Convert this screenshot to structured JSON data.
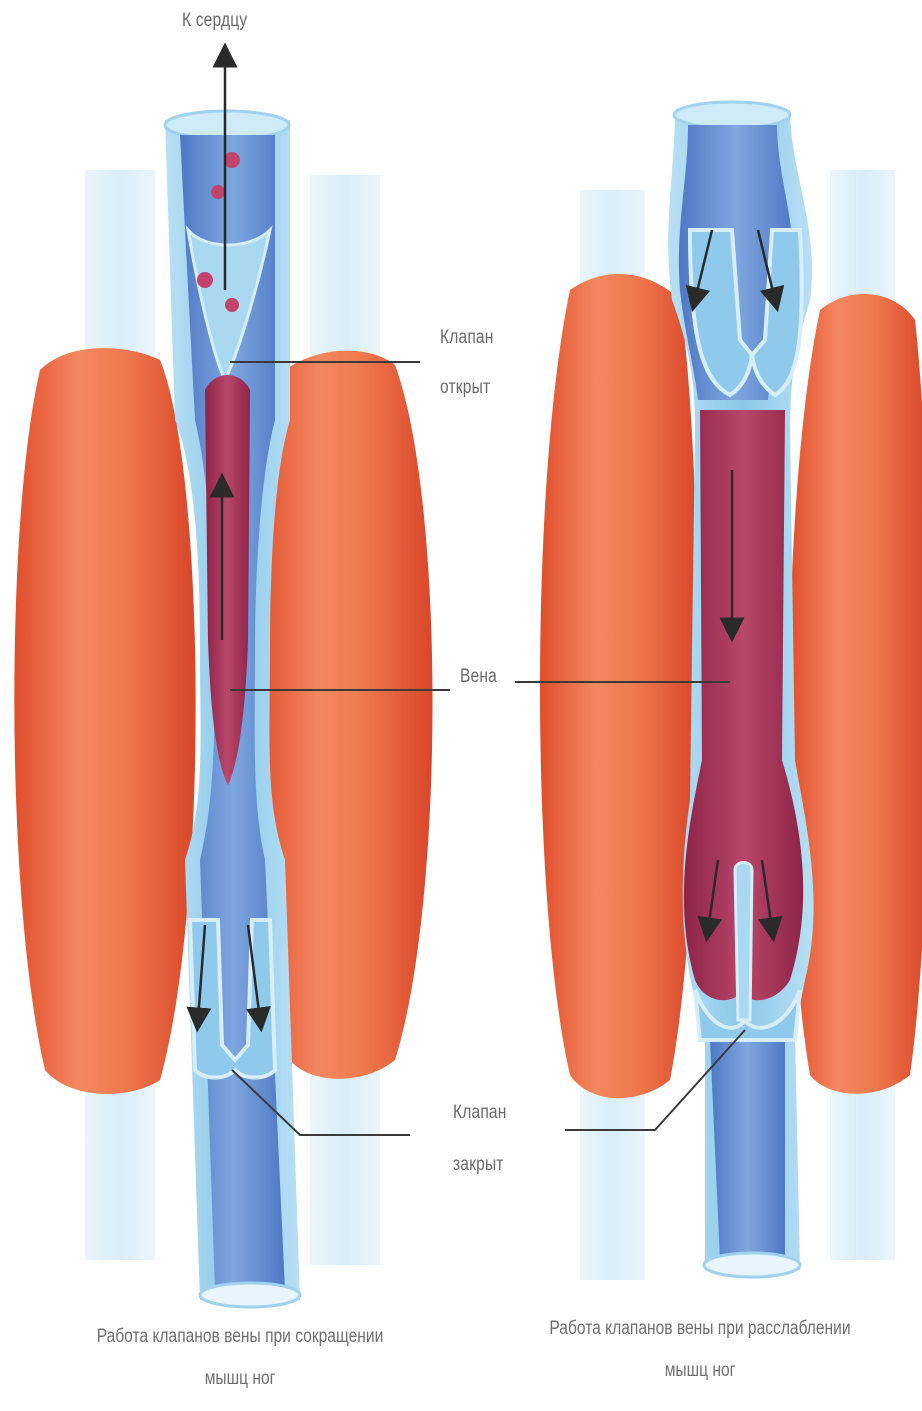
{
  "labels": {
    "to_heart": "К сердцу",
    "valve_open_1": "Клапан",
    "valve_open_2": "открыт",
    "vein": "Вена",
    "valve_closed_1": "Клапан",
    "valve_closed_2": "закрыт"
  },
  "captions": {
    "left_1": "Работа клапанов вены при сокращении",
    "left_2": "мышц ног",
    "right_1": "Работа клапанов вены при расслаблении",
    "right_2": "мышц ног"
  },
  "colors": {
    "muscle": "#e9683f",
    "vein_wall": "#9fd2ee",
    "vein_lumen": "#5a86cf",
    "blood": "#a8315a",
    "label_text": "#6a6a6a"
  },
  "icons": [
    "arrow-up-icon",
    "arrow-down-icon"
  ]
}
